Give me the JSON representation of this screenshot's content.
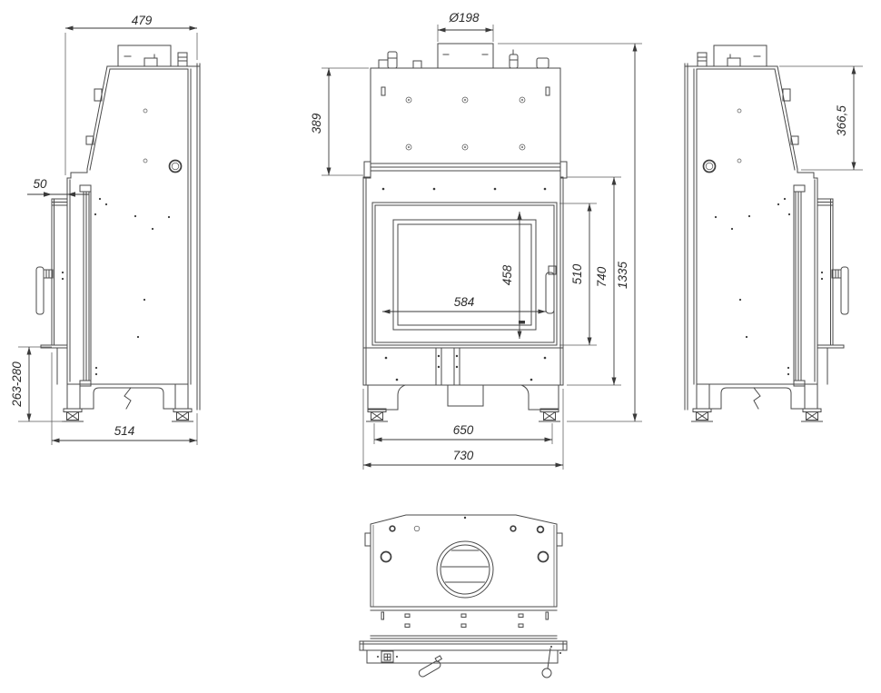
{
  "views": {
    "left": {
      "dims": {
        "top_depth": "479",
        "door_offset": "50",
        "plinth_height_range": "263-280",
        "base_depth": "514"
      }
    },
    "front": {
      "dims": {
        "flue_diameter": "Ø198",
        "upper_chamber_height": "389",
        "glass_width": "584",
        "glass_height": "458",
        "door_height": "510",
        "firebox_height": "740",
        "total_height": "1335",
        "feet_spacing": "650",
        "total_width": "730"
      }
    },
    "right": {
      "dims": {
        "hood_height": "366,5"
      }
    }
  }
}
